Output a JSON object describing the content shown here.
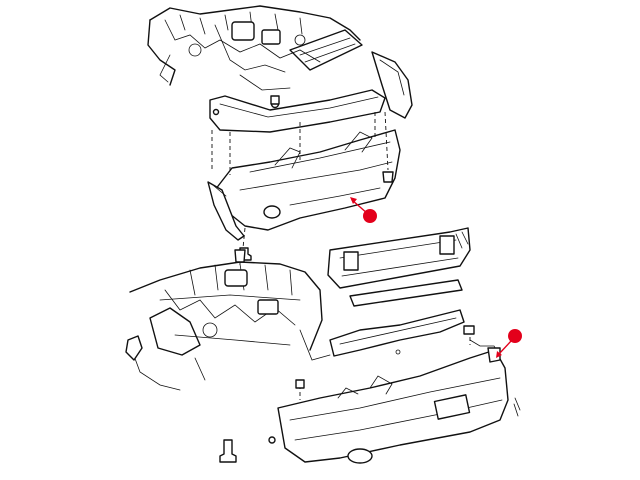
{
  "diagram": {
    "style": "line-art",
    "marker_color": "#e3001b",
    "line_color": "#111111",
    "background": "#ffffff",
    "callouts": [
      {
        "id": "upper-callout",
        "label": ""
      },
      {
        "id": "lower-callout",
        "label": ""
      }
    ]
  }
}
